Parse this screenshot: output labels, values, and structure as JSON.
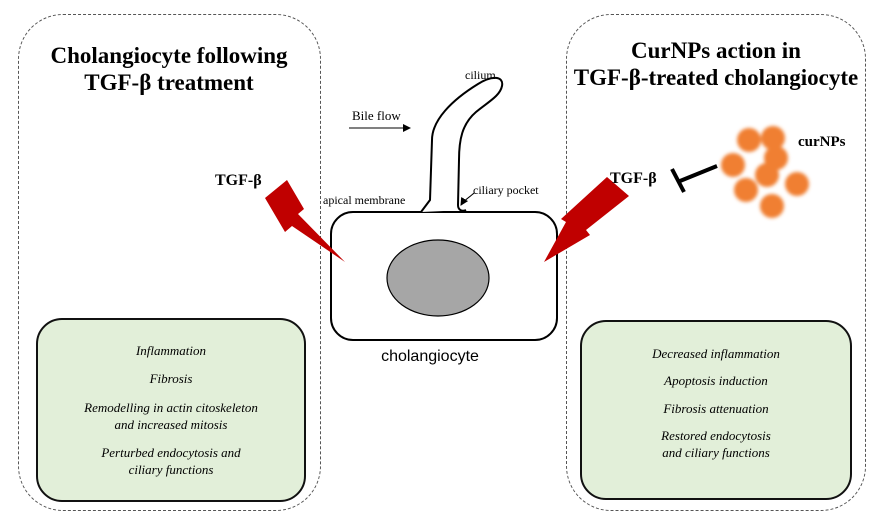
{
  "left_panel": {
    "title": "Cholangiocyte following\nTGF-β treatment",
    "effects": [
      "Inflammation",
      "Fibrosis",
      "Remodelling in actin citoskeleton\nand increased mitosis",
      "Perturbed endocytosis and\nciliary functions"
    ],
    "tgf_label": "TGF-β"
  },
  "right_panel": {
    "title": "CurNPs action in\nTGF-β-treated cholangiocyte",
    "effects": [
      "Decreased inflammation",
      "Apoptosis induction",
      "Fibrosis attenuation",
      "Restored endocytosis\nand ciliary functions"
    ],
    "tgf_label": "TGF-β",
    "nanoparticle_label": "curNPs"
  },
  "cell": {
    "cilium_label": "cilium",
    "bile_flow_label": "Bile flow",
    "ciliary_pocket_label": "ciliary pocket",
    "apical_membrane_label": "apical membrane",
    "cell_label": "cholangiocyte"
  },
  "colors": {
    "bolt": "#c00000",
    "nanoparticle": "#f07f30",
    "box_fill": "#e2efd9",
    "nucleus": "#a6a6a6"
  }
}
